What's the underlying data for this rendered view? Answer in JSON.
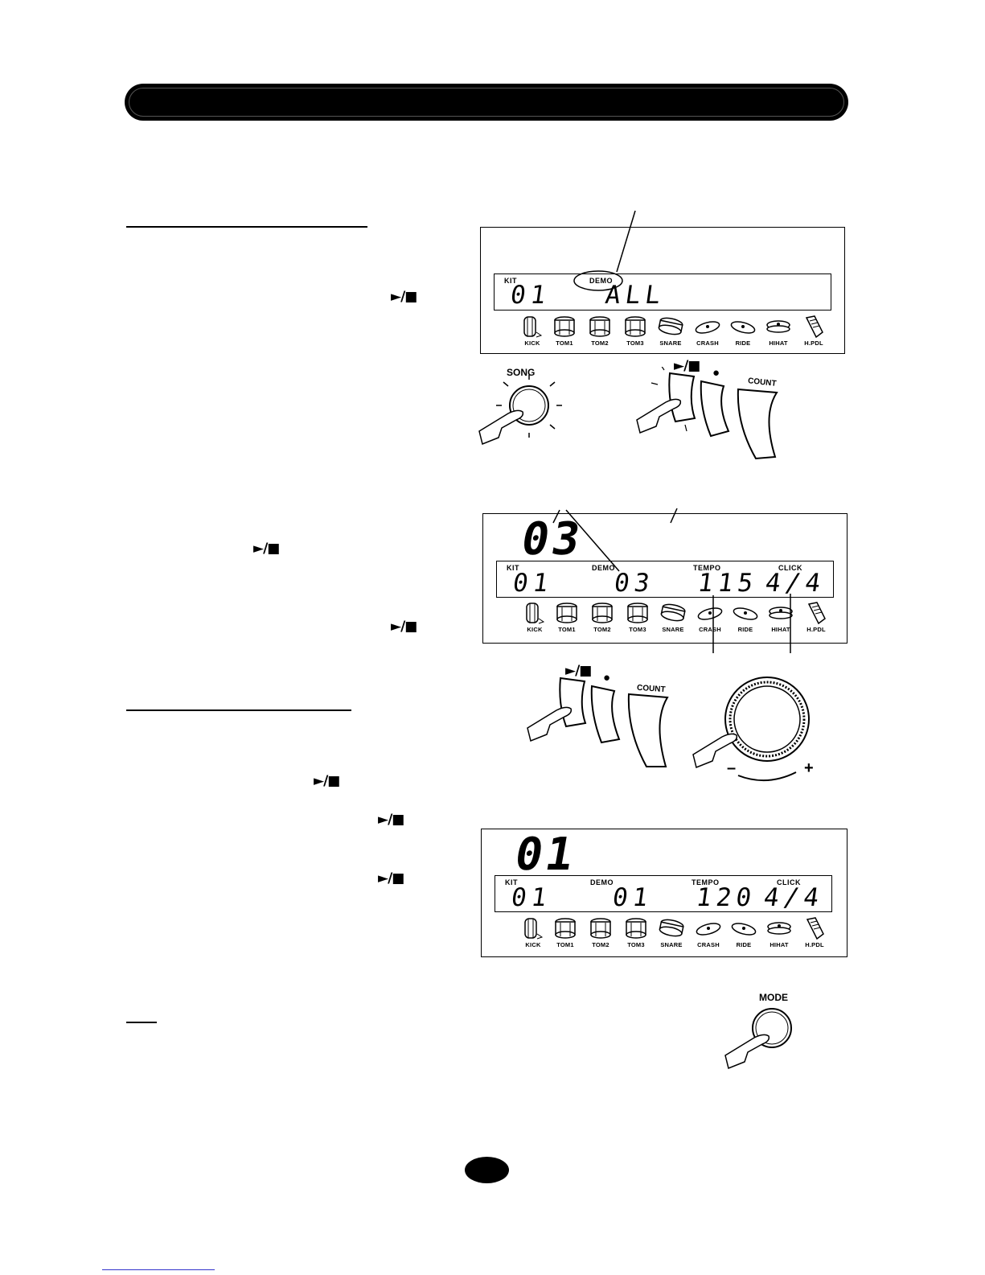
{
  "controls": {
    "play_stop_symbol": "►/■",
    "record_symbol": "●",
    "count_label": "COUNT",
    "song_label": "SONG",
    "mode_label": "MODE",
    "minus": "–",
    "plus": "+"
  },
  "lcd_labels": {
    "kit": "KIT",
    "demo": "DEMO",
    "tempo": "TEMPO",
    "click": "CLICK"
  },
  "drum_labels": [
    "KICK",
    "TOM1",
    "TOM2",
    "TOM3",
    "SNARE",
    "CRASH",
    "RIDE",
    "HIHAT",
    "H.PDL"
  ],
  "display1": {
    "kit_value": "01",
    "demo_value": "ALL"
  },
  "display2": {
    "song_number": "03",
    "kit_value": "01",
    "demo_value": "03",
    "tempo_value": "115",
    "click_value": "4/4"
  },
  "display3": {
    "song_number": "01",
    "kit_value": "01",
    "demo_value": "01",
    "tempo_value": "120",
    "click_value": "4/4"
  },
  "icons": [
    "hand-pointer-icon",
    "kick-drum-icon",
    "tom-drum-icon",
    "snare-drum-icon",
    "cymbal-icon",
    "hihat-icon",
    "hihat-pedal-icon",
    "dial-knob-icon"
  ]
}
